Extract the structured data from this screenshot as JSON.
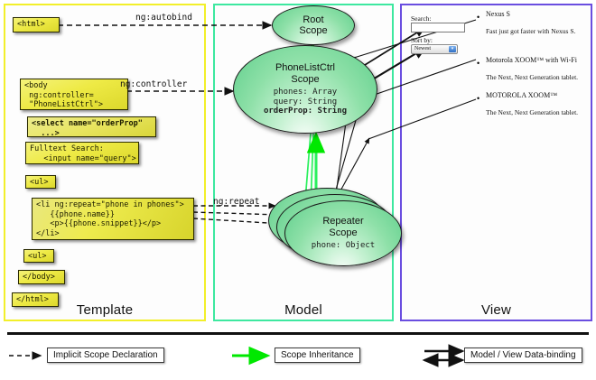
{
  "columns": [
    {
      "id": "template",
      "label": "Template",
      "accent": "#f2ef2a"
    },
    {
      "id": "model",
      "label": "Model",
      "accent": "#3ee8a0"
    },
    {
      "id": "view",
      "label": "View",
      "accent": "#6a4ee0"
    }
  ],
  "template": {
    "boxes": [
      {
        "id": "html-open",
        "text": "<html>"
      },
      {
        "id": "body-open",
        "text": "<body\n ng:controller=\n \"PhoneListCtrl\">"
      },
      {
        "id": "select-orderprop",
        "text": "<select name=\"orderProp\"\n  ...>"
      },
      {
        "id": "fulltext-search",
        "text": "Fulltext Search:\n   <input name=\"query\">"
      },
      {
        "id": "ul-open",
        "text": "<ul>"
      },
      {
        "id": "li-ngrepeat",
        "text": "<li ng:repeat=\"phone in phones\">\n   {{phone.name}}\n   <p>{{phone.snippet}}</p>\n</li>"
      },
      {
        "id": "ul-close",
        "text": "<ul>"
      },
      {
        "id": "body-close",
        "text": "</body>"
      },
      {
        "id": "html-close",
        "text": "</html>"
      }
    ]
  },
  "connectors": {
    "autobind": "ng:autobind",
    "controller": "ng:controller",
    "repeat": "ng:repeat"
  },
  "model": {
    "scopes": [
      {
        "id": "root-scope",
        "title": "Root\nScope",
        "title_lines": [
          "Root",
          "Scope"
        ],
        "props": []
      },
      {
        "id": "phonelistctrl-scope",
        "title_lines": [
          "PhoneListCtrl",
          "Scope"
        ],
        "props": [
          {
            "text": "phones: Array",
            "bold": false
          },
          {
            "text": "query: String",
            "bold": false
          },
          {
            "text": "orderProp: String",
            "bold": true
          }
        ]
      },
      {
        "id": "repeater-scope",
        "title_lines": [
          "Repeater",
          "Scope"
        ],
        "props": [
          {
            "text": "phone: Object",
            "bold": false
          }
        ]
      }
    ]
  },
  "view": {
    "search_label": "Search:",
    "search_value": "",
    "sort_label": "Sort by:",
    "sort_selected": "Newest",
    "phones": [
      {
        "name": "Nexus S",
        "snippet": "Fast just got faster with Nexus S."
      },
      {
        "name": "Motorola XOOM™ with Wi-Fi",
        "snippet": "The Next, Next Generation tablet."
      },
      {
        "name": "MOTOROLA XOOM™",
        "snippet": "The Next, Next Generation tablet."
      }
    ]
  },
  "legend": [
    {
      "id": "implicit-scope-declaration",
      "label": "Implicit Scope Declaration",
      "style": "dashed",
      "color": "#111111"
    },
    {
      "id": "scope-inheritance",
      "label": "Scope Inheritance",
      "style": "solid",
      "color": "#00e000"
    },
    {
      "id": "model-view-databinding",
      "label": "Model / View Data-binding",
      "style": "double",
      "color": "#111111"
    }
  ]
}
